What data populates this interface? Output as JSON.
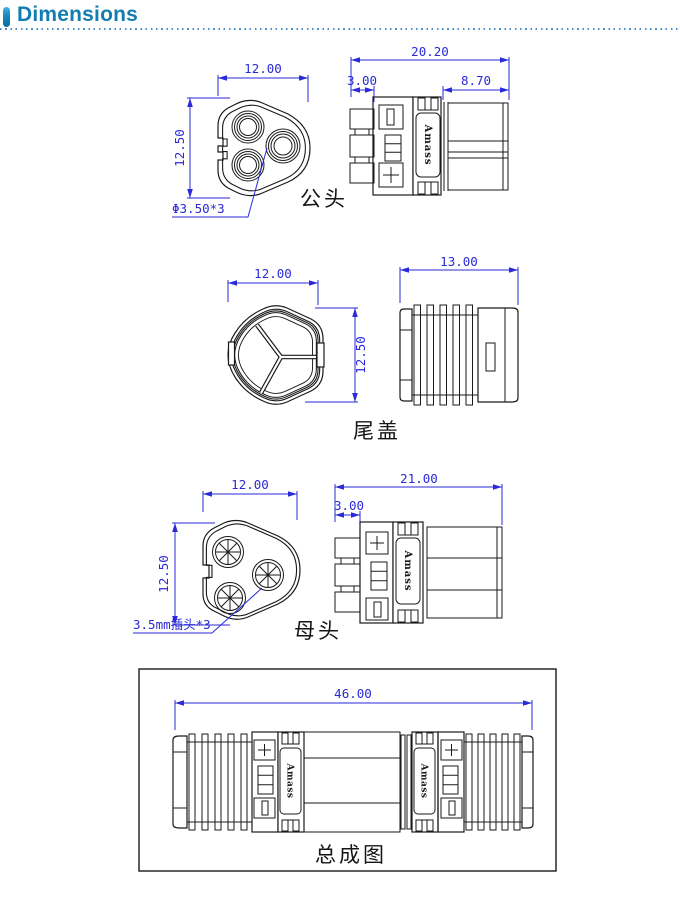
{
  "header": {
    "title": "Dimensions"
  },
  "brand": "Amass",
  "colors": {
    "accent_blue": "#127db1",
    "dimension_blue": "#2a2ad8",
    "drawing_line": "#1a1a1a"
  },
  "views": {
    "male_front": {
      "width": "12.00",
      "height": "12.50",
      "hole_note": "Φ3.50*3",
      "caption": "公头"
    },
    "male_side": {
      "total_length": "20.20",
      "pin_length": "3.00",
      "barrel_length": "8.70"
    },
    "end_cap_front": {
      "width": "12.00",
      "height": "12.50",
      "caption": "尾盖"
    },
    "end_cap_side": {
      "total_length": "13.00"
    },
    "female_front": {
      "width": "12.00",
      "height": "12.50",
      "socket_note": "3.5mm插头*3",
      "caption": "母头"
    },
    "female_side": {
      "total_length": "21.00",
      "pin_length": "3.00"
    },
    "assembly": {
      "total_length": "46.00",
      "caption": "总成图"
    }
  }
}
